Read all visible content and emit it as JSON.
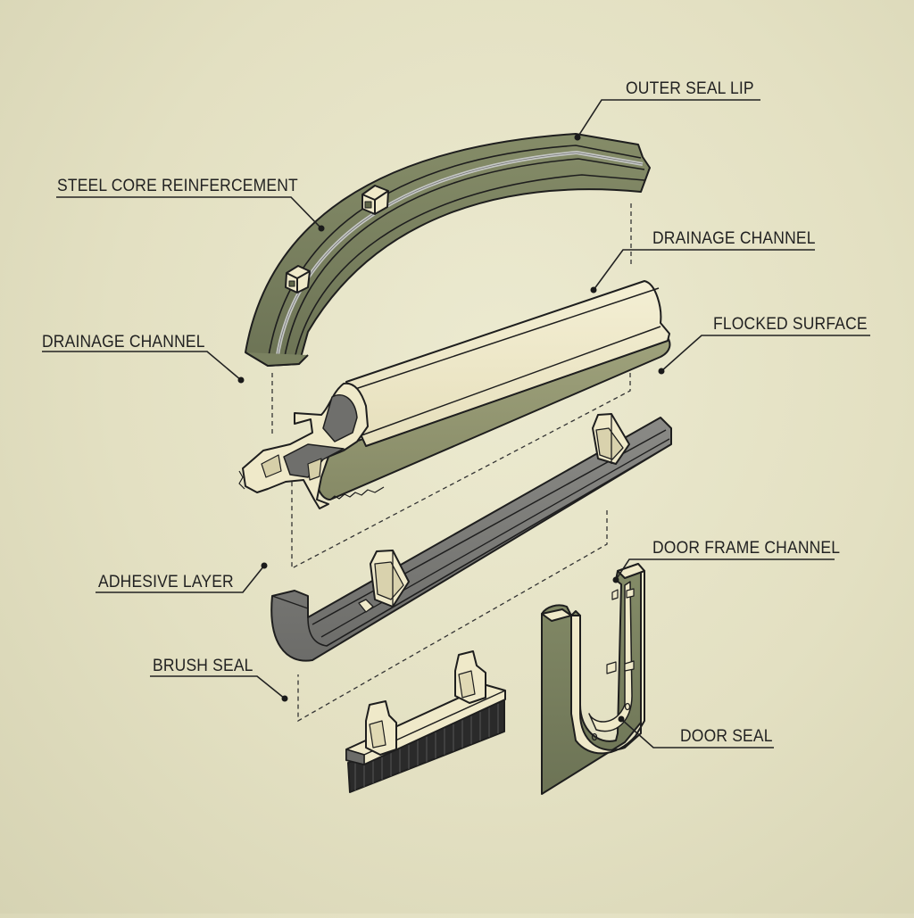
{
  "diagram": {
    "type": "exploded-view",
    "subject": "Door / window weatherstrip seal assembly",
    "palette": {
      "background": "#e6e3c6",
      "olive": "#7d8461",
      "olive_dark": "#5f6648",
      "cream": "#efe9c9",
      "gray": "#7c7c78",
      "gray_dark": "#5d5d5a",
      "steel": "#c4c6c4",
      "ink": "#222222"
    }
  },
  "labels": {
    "outer_seal_lip": "OUTER SEAL LIP",
    "steel_core_reinforcement": "STEEL CORE REINFERCEMENT",
    "drainage_channel_right": "DRAINAGE CHANNEL",
    "drainage_channel_left": "DRAINAGE CHANNEL",
    "flocked_surface": "FLOCKED SURFACE",
    "adhesive_layer": "ADHESIVE LAYER",
    "door_frame_channel": "DOOR FRAME CHANNEL",
    "brush_seal": "BRUSH SEAL",
    "door_seal": "DOOR SEAL"
  },
  "components": [
    {
      "id": "curved-seal",
      "name": "Curved outer seal with steel core",
      "color": "olive"
    },
    {
      "id": "extrusion",
      "name": "Cream extrusion profile with flocked underside",
      "color": "cream"
    },
    {
      "id": "adhesive-base",
      "name": "Gray adhesive-backed base strip with clips",
      "color": "gray"
    },
    {
      "id": "brush-seal",
      "name": "Brush seal strip with two clips",
      "color": "cream"
    },
    {
      "id": "door-seal",
      "name": "U-shaped door seal / frame channel",
      "color": "olive"
    }
  ]
}
